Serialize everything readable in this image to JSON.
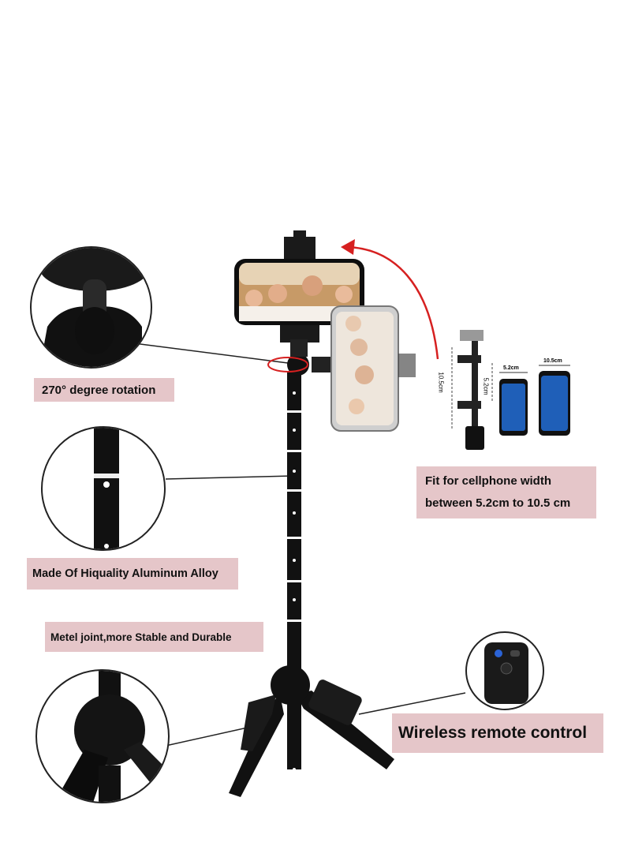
{
  "labels": {
    "rotation": "270° degree rotation",
    "fit_line1": "Fit for cellphone width",
    "fit_line2": "between 5.2cm to 10.5 cm",
    "material": "Made Of Hiquality Aluminum Alloy",
    "joint": "Metel joint,more Stable and Durable",
    "remote": "Wireless remote control"
  },
  "dimensions": {
    "clamp_height": "10.5cm",
    "clamp_width": "5.2cm",
    "phone_small": "5.2cm",
    "phone_large": "10.5cm"
  },
  "colors": {
    "label_bg": "#e5c6c9",
    "arrow": "#d62020",
    "product": "#111111",
    "phone_screen": "#1f5fb8"
  }
}
